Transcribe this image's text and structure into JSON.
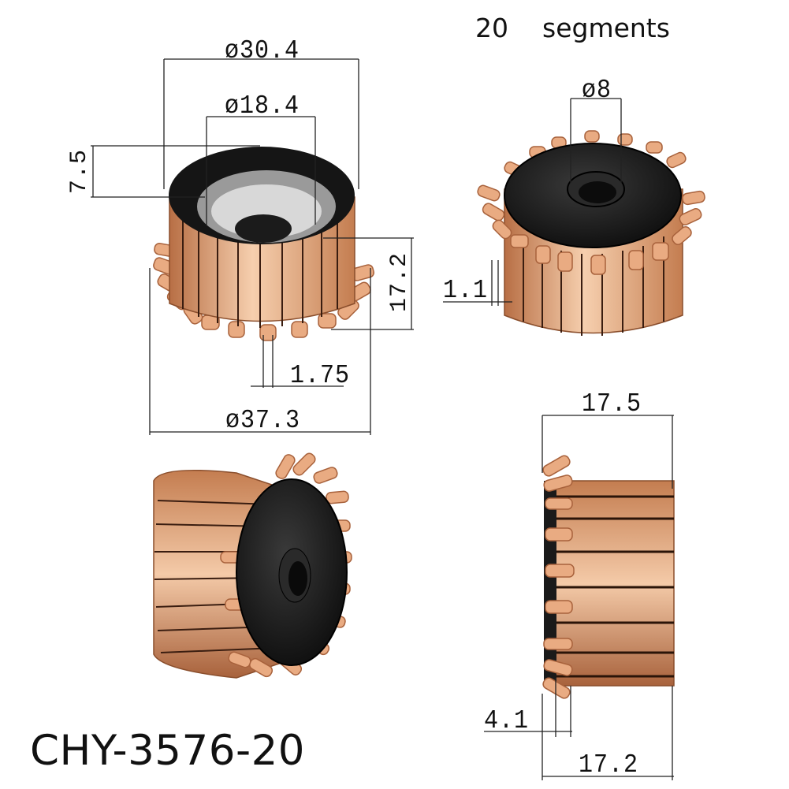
{
  "header": {
    "segment_count": "20",
    "segment_word": "segments"
  },
  "model_code": "CHY-3576-20",
  "dimensions": {
    "outer_diameter": "ø30.4",
    "inner_diameter": "ø18.4",
    "recess_depth": "7.5",
    "height": "17.2",
    "hook_width": "1.75",
    "hook_diameter": "ø37.3",
    "bore_diameter": "ø8",
    "hook_thickness": "1.1",
    "segment_length": "17.5",
    "hook_offset": "4.1",
    "body_length": "17.2"
  },
  "colors": {
    "copper": "#d99a6e",
    "copper_dark": "#a8623c",
    "insulator": "#1e1e1e",
    "line": "#222222"
  }
}
